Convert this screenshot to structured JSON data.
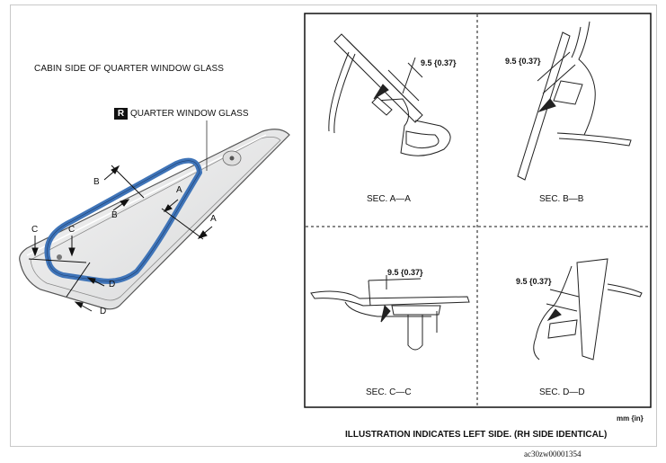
{
  "title": "CABIN SIDE OF QUARTER WINDOW GLASS",
  "part": {
    "badge": "R",
    "label": "QUARTER WINDOW GLASS"
  },
  "glass_labels": {
    "a1": "A",
    "a2": "A",
    "b1": "B",
    "b2": "B",
    "c1": "C",
    "c2": "C",
    "d1": "D",
    "d2": "D"
  },
  "sections": [
    {
      "caption": "SEC. A—A",
      "dimension": "9.5 {0.37}"
    },
    {
      "caption": "SEC. B—B",
      "dimension": "9.5 {0.37}"
    },
    {
      "caption": "SEC. C—C",
      "dimension": "9.5 {0.37}"
    },
    {
      "caption": "SEC. D—D",
      "dimension": "9.5 {0.37}"
    }
  ],
  "unit": "mm {in}",
  "note": "ILLUSTRATION INDICATES LEFT SIDE. (RH SIDE IDENTICAL)",
  "figure_id": "ac30zw00001354",
  "colors": {
    "adhesive": "#3f74b8",
    "glass": "#e9eaeb",
    "line": "#222222"
  }
}
